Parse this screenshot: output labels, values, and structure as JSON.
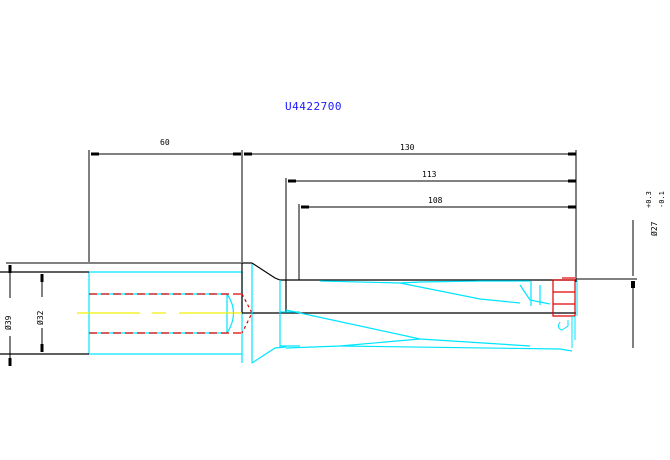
{
  "drawing": {
    "part_number": "U4422700",
    "colors": {
      "outline": "#000000",
      "dim_line": "#000000",
      "body": "#00e5ff",
      "hidden": "#e00000",
      "centerline": "#f0f000",
      "insert": "#e00000",
      "title": "#1a1aff"
    }
  },
  "dimensions": {
    "shank_length": "60",
    "overall_length": "130",
    "flute_length_max": "113",
    "flute_length": "108",
    "shank_diameter_flange": "Ø39",
    "shank_diameter": "Ø32",
    "drill_diameter": "Ø27",
    "tolerance_upper": "+0.3",
    "tolerance_lower": "-0.1"
  }
}
